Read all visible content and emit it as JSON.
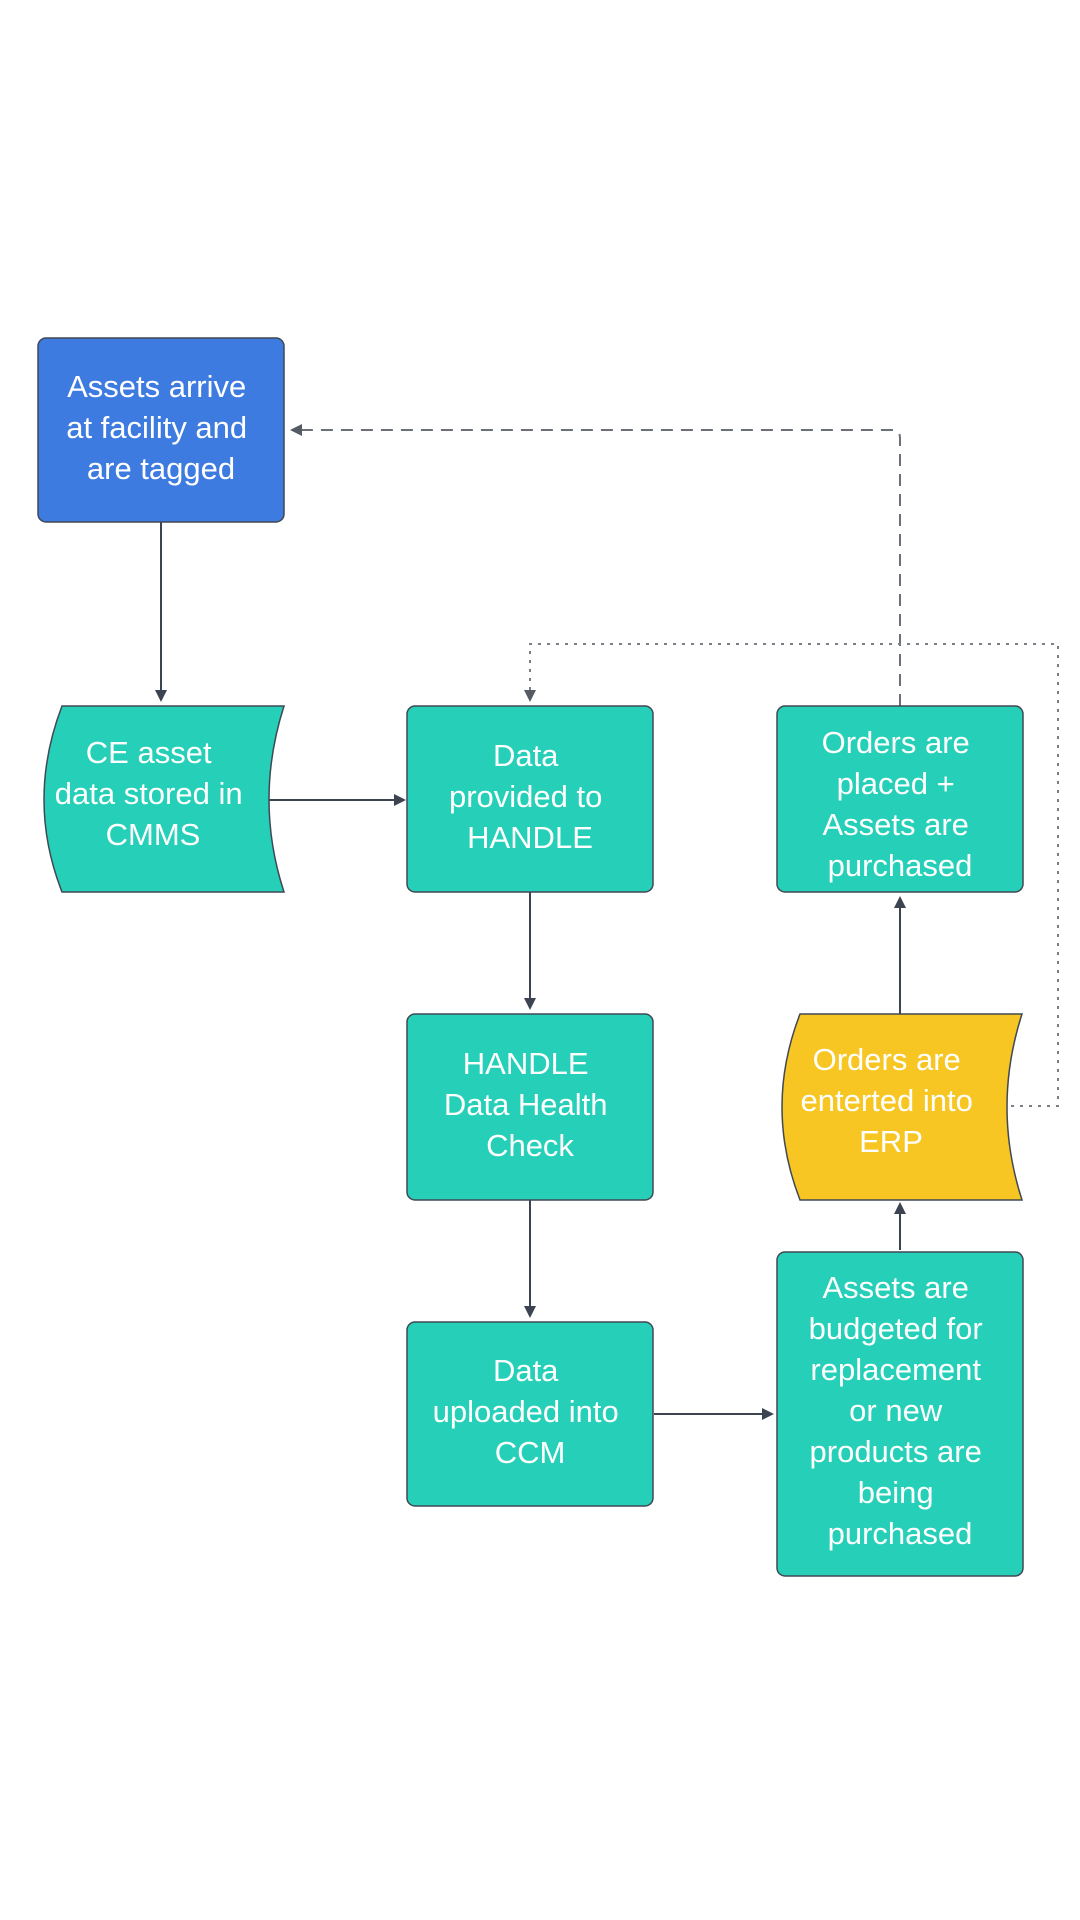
{
  "colors": {
    "blue": "#3e7be0",
    "teal": "#26d0b8",
    "yellow": "#f7c623",
    "edge": "#3d4451"
  },
  "nodes": {
    "assets_arrive": {
      "lines": [
        "Assets arrive",
        "at facility and",
        "are tagged"
      ]
    },
    "ce_asset_data": {
      "lines": [
        "CE asset",
        "data stored in",
        "CMMS"
      ]
    },
    "data_provided": {
      "lines": [
        "Data",
        "provided to",
        "HANDLE"
      ]
    },
    "health_check": {
      "lines": [
        "HANDLE",
        "Data Health",
        "Check"
      ]
    },
    "data_uploaded": {
      "lines": [
        "Data",
        "uploaded into",
        "CCM"
      ]
    },
    "assets_budgeted": {
      "lines": [
        "Assets are",
        "budgeted for",
        "replacement",
        "or new",
        "products are",
        "being",
        "purchased"
      ]
    },
    "orders_erp": {
      "lines": [
        "Orders are",
        "enterted into",
        "ERP"
      ]
    },
    "orders_placed": {
      "lines": [
        "Orders are",
        "placed +",
        "Assets are",
        "purchased"
      ]
    }
  }
}
